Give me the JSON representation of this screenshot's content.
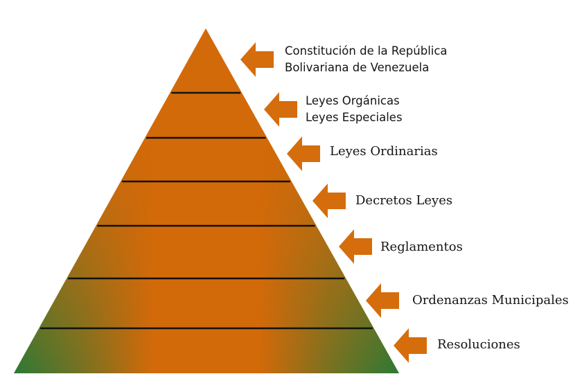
{
  "diagram": {
    "type": "pyramid",
    "colors": {
      "orange": "#d26a0a",
      "green": "#1e7a3a",
      "divider": "#111111",
      "arrow": "#d56d0c"
    },
    "levels": [
      {
        "lines": [
          "Constitución de la República",
          "Bolivariana de Venezuela"
        ]
      },
      {
        "lines": [
          "Leyes Orgánicas",
          "Leyes Especiales"
        ]
      },
      {
        "lines": [
          "Leyes Ordinarias"
        ]
      },
      {
        "lines": [
          "Decretos Leyes"
        ]
      },
      {
        "lines": [
          "Reglamentos"
        ]
      },
      {
        "lines": [
          "Ordenanzas Municipales"
        ]
      },
      {
        "lines": [
          "Resoluciones"
        ]
      }
    ]
  }
}
